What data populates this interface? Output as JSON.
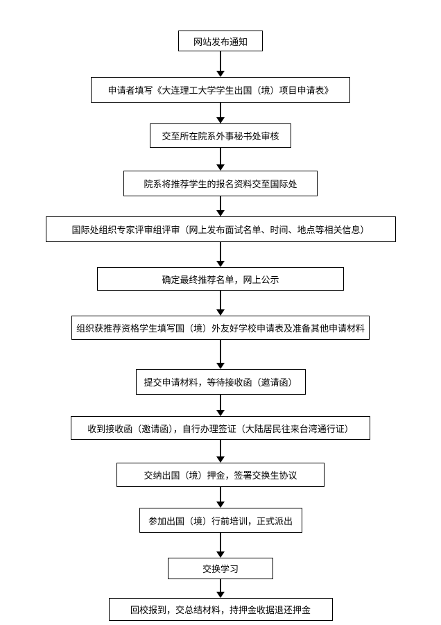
{
  "flowchart": {
    "background_color": "#ffffff",
    "node_border_color": "#000000",
    "node_fill_color": "#ffffff",
    "text_color": "#000000",
    "arrow_color": "#000000",
    "direction": "top-to-bottom",
    "steps": [
      {
        "label": "网站发布通知"
      },
      {
        "label": "申请者填写《大连理工大学学生出国（境）项目申请表》"
      },
      {
        "label": "交至所在院系外事秘书处审核"
      },
      {
        "label": "院系将推荐学生的报名资料交至国际处"
      },
      {
        "label": "国际处组织专家评审组评审（网上发布面试名单、时间、地点等相关信息）"
      },
      {
        "label": "确定最终推荐名单，网上公示"
      },
      {
        "label": "组织获推荐资格学生填写国（境）外友好学校申请表及准备其他申请材料"
      },
      {
        "label": "提交申请材料，等待接收函（邀请函）"
      },
      {
        "label": "收到接收函（邀请函），自行办理签证（大陆居民往来台湾通行证）"
      },
      {
        "label": "交纳出国（境）押金，签署交换生协议"
      },
      {
        "label": "参加出国（境）行前培训，正式派出"
      },
      {
        "label": "交换学习"
      },
      {
        "label": "回校报到，交总结材料，持押金收据退还押金"
      }
    ]
  }
}
